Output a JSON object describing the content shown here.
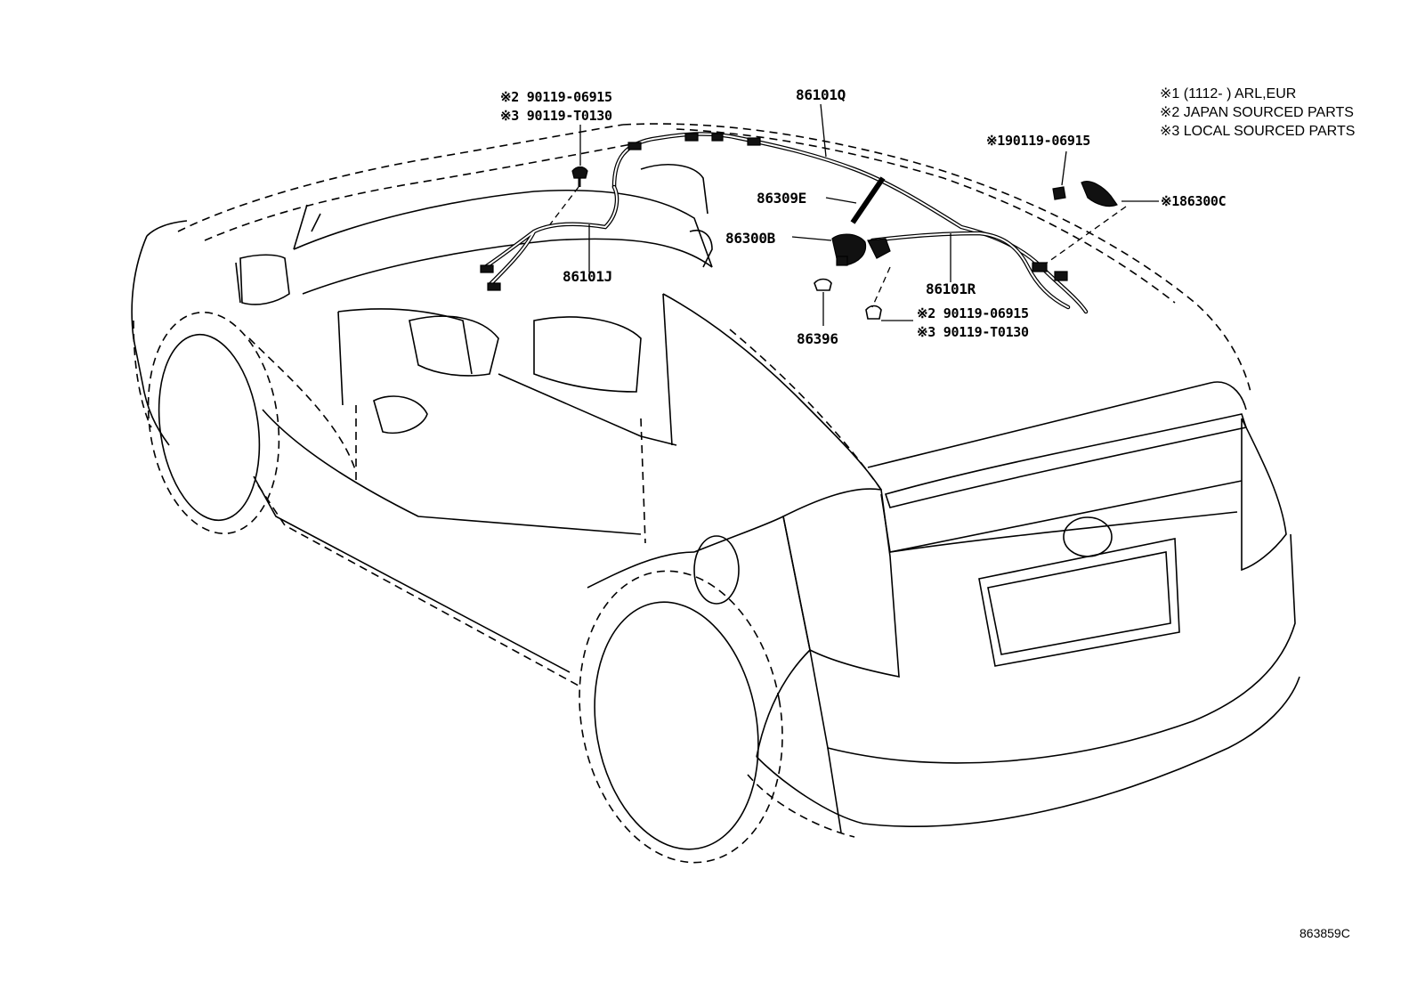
{
  "notes": [
    "※1 (1112-       ) ARL,EUR",
    "※2 JAPAN SOURCED PARTS",
    "※3 LOCAL SOURCED PARTS"
  ],
  "parts": {
    "bolt_front_a": "※2 90119-06915",
    "bolt_front_b": "※3 90119-T0130",
    "harness_roof": "86101Q",
    "antenna_rod": "86309E",
    "antenna_base": "86300B",
    "harness_j": "86101J",
    "harness_r": "86101R",
    "clip": "86396",
    "bolt_mid_a": "※2 90119-06915",
    "bolt_mid_b": "※3 90119-T0130",
    "bolt_rear": "※190119-06915",
    "antenna_rear": "※186300C"
  },
  "figure_ref": "863859C"
}
